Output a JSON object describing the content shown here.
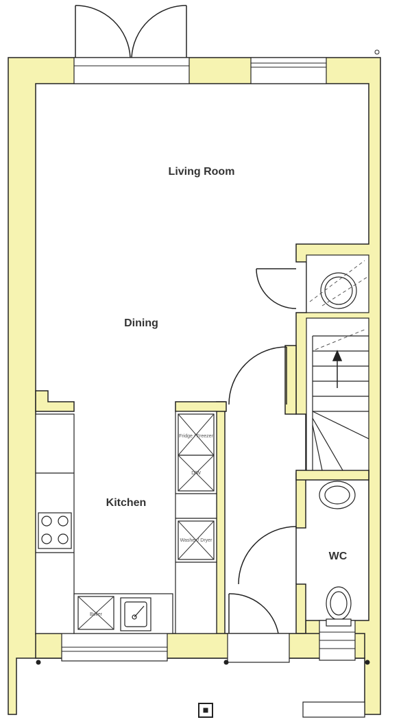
{
  "colors": {
    "wall": "#f6f3b1",
    "outline": "#222222",
    "floor": "#ffffff"
  },
  "rooms": {
    "living_room": "Living Room",
    "dining": "Dining",
    "kitchen": "Kitchen",
    "wc": "WC"
  },
  "fixtures": {
    "fridge_freezer": "Fridge / Freezer",
    "dw": "D/W",
    "washer_dryer": "Washer / Dryer",
    "boiler": "Boiler",
    "hob": "hob",
    "sink": "sink",
    "basin": "basin",
    "toilet": "toilet",
    "cylinder": "cylinder",
    "stairs": "stairs"
  }
}
